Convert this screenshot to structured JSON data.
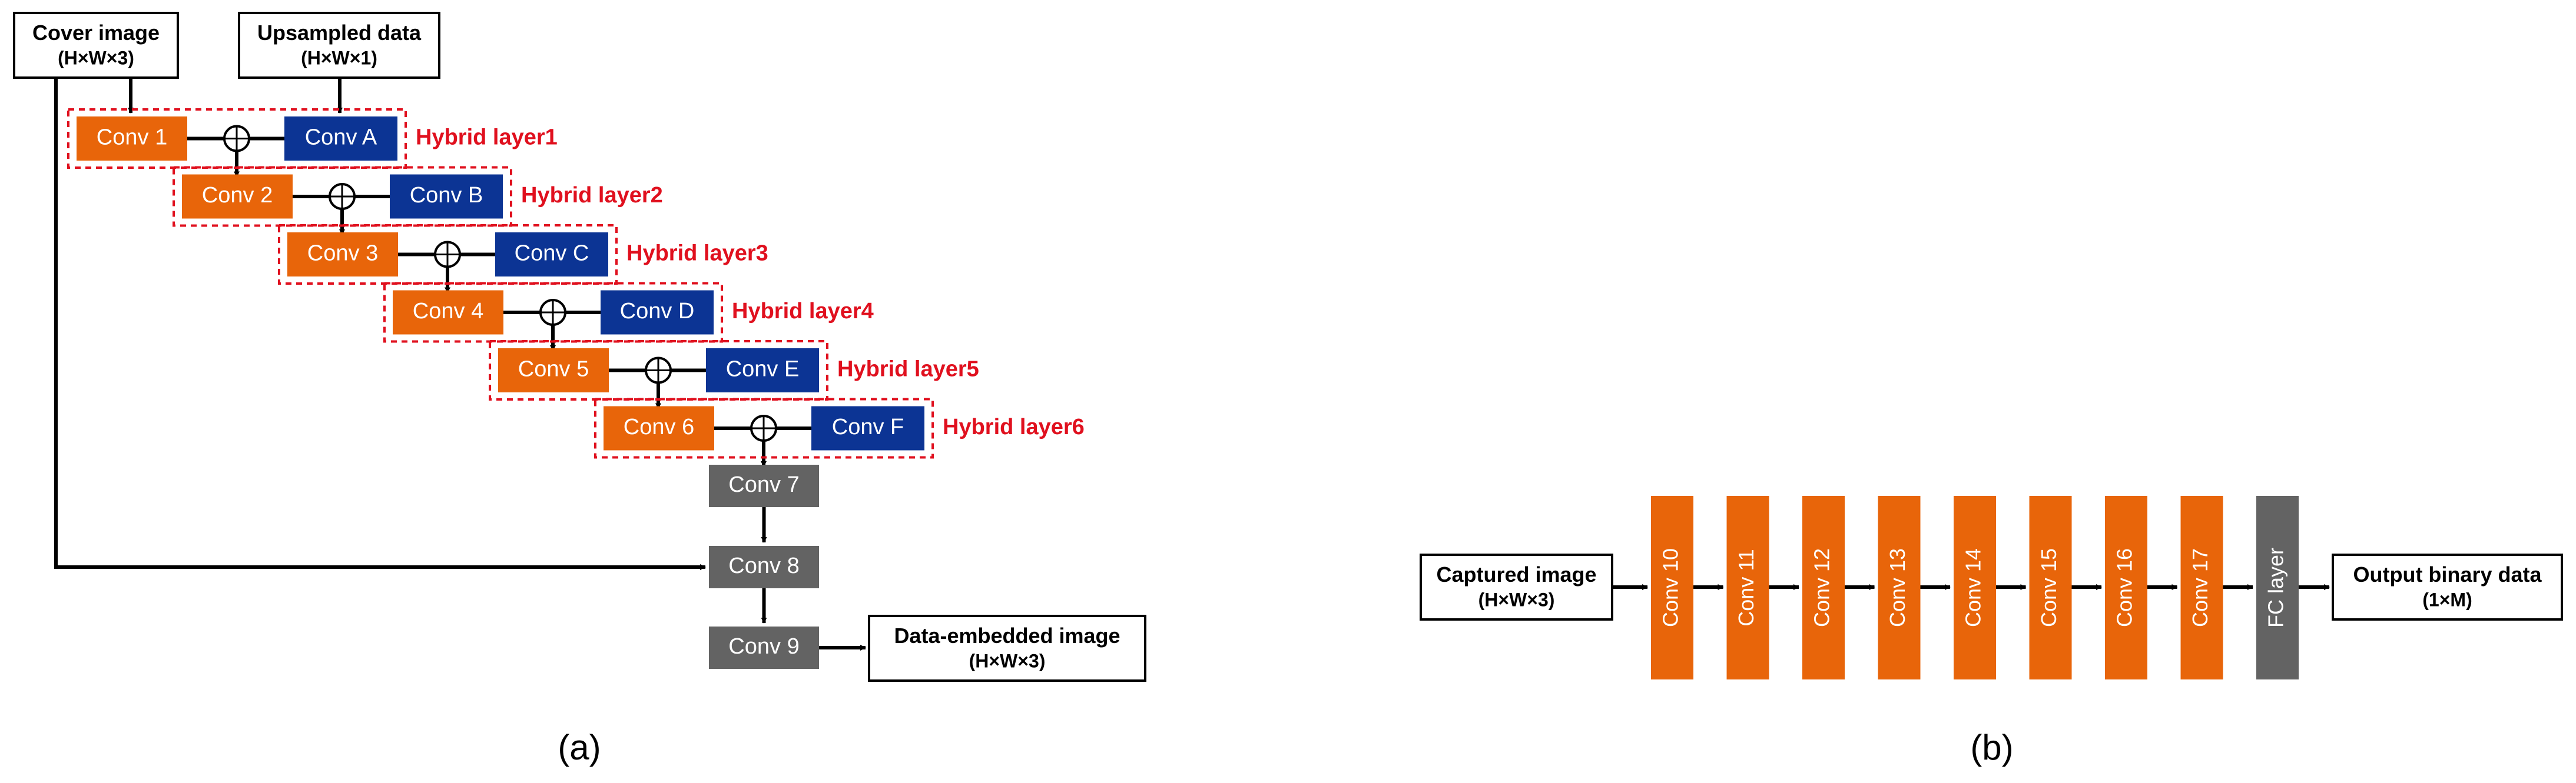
{
  "colors": {
    "orange": "#E8650A",
    "blue": "#0C3494",
    "gray": "#636363",
    "red": "#E0101E",
    "black": "#000000",
    "white": "#FFFFFF"
  },
  "panel_a": {
    "inputs": {
      "cover": {
        "line1": "Cover image",
        "line2": "(H×W×3)"
      },
      "upsampled": {
        "line1": "Upsampled data",
        "line2": "(H×W×1)"
      }
    },
    "hybrid_layers": [
      {
        "conv_left": "Conv 1",
        "conv_right": "Conv A",
        "label": "Hybrid layer1"
      },
      {
        "conv_left": "Conv 2",
        "conv_right": "Conv B",
        "label": "Hybrid layer2"
      },
      {
        "conv_left": "Conv 3",
        "conv_right": "Conv C",
        "label": "Hybrid layer3"
      },
      {
        "conv_left": "Conv 4",
        "conv_right": "Conv D",
        "label": "Hybrid layer4"
      },
      {
        "conv_left": "Conv 5",
        "conv_right": "Conv E",
        "label": "Hybrid layer5"
      },
      {
        "conv_left": "Conv 6",
        "conv_right": "Conv F",
        "label": "Hybrid layer6"
      }
    ],
    "tail_convs": [
      "Conv 7",
      "Conv 8",
      "Conv 9"
    ],
    "output": {
      "line1": "Data-embedded image",
      "line2": "(H×W×3)"
    },
    "caption": "(a)"
  },
  "panel_b": {
    "input": {
      "line1": "Captured image",
      "line2": "(H×W×3)"
    },
    "layers": [
      "Conv 10",
      "Conv 11",
      "Conv 12",
      "Conv 13",
      "Conv 14",
      "Conv 15",
      "Conv 16",
      "Conv 17",
      "FC layer"
    ],
    "output": {
      "line1": "Output binary data",
      "line2": "(1×M)"
    },
    "caption": "(b)"
  }
}
